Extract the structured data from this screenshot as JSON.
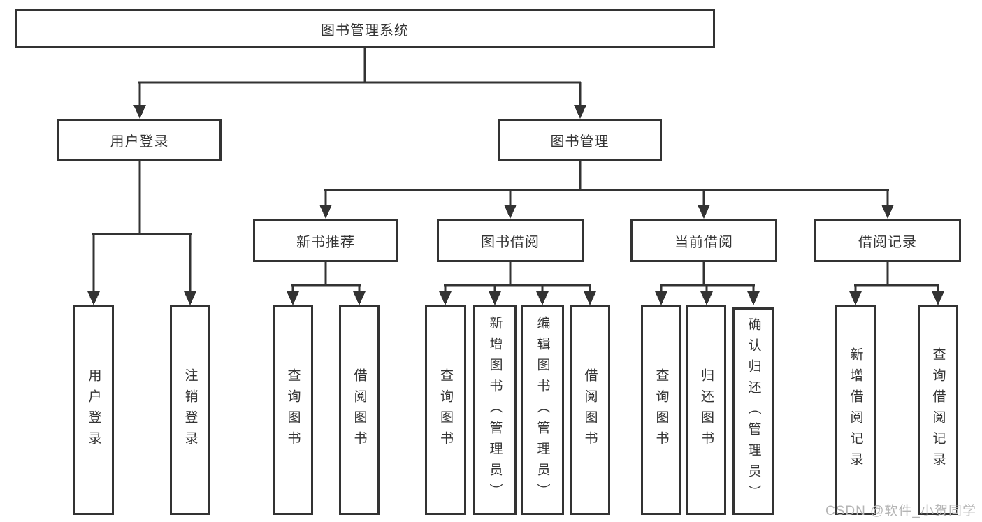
{
  "diagram": {
    "root": {
      "label": "图书管理系统"
    },
    "tree": [
      {
        "label": "用户登录",
        "children": [
          {
            "label": "用户登录"
          },
          {
            "label": "注销登录"
          }
        ]
      },
      {
        "label": "图书管理",
        "children": [
          {
            "label": "新书推荐",
            "children": [
              {
                "label": "查询图书"
              },
              {
                "label": "借阅图书"
              }
            ]
          },
          {
            "label": "图书借阅",
            "children": [
              {
                "label": "查询图书"
              },
              {
                "label": "新增图书（管理员）"
              },
              {
                "label": "编辑图书（管理员）"
              },
              {
                "label": "借阅图书"
              }
            ]
          },
          {
            "label": "当前借阅",
            "children": [
              {
                "label": "查询图书"
              },
              {
                "label": "归还图书"
              },
              {
                "label": "确认归还（管理员）"
              }
            ]
          },
          {
            "label": "借阅记录",
            "children": [
              {
                "label": "新增借阅记录"
              },
              {
                "label": "查询借阅记录"
              }
            ]
          }
        ]
      }
    ]
  },
  "watermark": {
    "text": "CSDN @软件_小贺同学"
  },
  "colors": {
    "line": "#333333",
    "text": "#333333",
    "box_background": "#ffffff",
    "watermark": "#b5b5b5",
    "background": "#ffffff"
  }
}
